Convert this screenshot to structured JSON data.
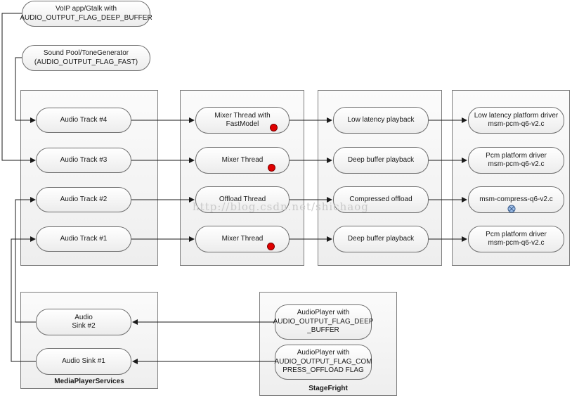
{
  "sources": [
    {
      "label": "VoIP app/Gtalk with\nAUDIO_OUTPUT_FLAG_DEEP_BUFFER"
    },
    {
      "label": "Sound Pool/ToneGenerator\n(AUDIO_OUTPUT_FLAG_FAST)"
    }
  ],
  "tracks": [
    {
      "label": "Audio Track #4"
    },
    {
      "label": "Audio Track #3"
    },
    {
      "label": "Audio Track #2"
    },
    {
      "label": "Audio Track #1"
    }
  ],
  "mixers": [
    {
      "label": "Mixer Thread with\nFastModel"
    },
    {
      "label": "Mixer Thread"
    },
    {
      "label": "Offload Thread"
    },
    {
      "label": "Mixer Thread"
    }
  ],
  "playbacks": [
    {
      "label": "Low latency playback"
    },
    {
      "label": "Deep buffer playback"
    },
    {
      "label": "Compressed offload"
    },
    {
      "label": "Deep buffer playback"
    }
  ],
  "drivers": [
    {
      "label": "Low latency platform driver\nmsm-pcm-q6-v2.c"
    },
    {
      "label": "Pcm platform driver\nmsm-pcm-q6-v2.c"
    },
    {
      "label": "msm-compress-q6-v2.c"
    },
    {
      "label": "Pcm platform driver\nmsm-pcm-q6-v2.c"
    }
  ],
  "sinks": [
    {
      "label": "Audio\nSink #2"
    },
    {
      "label": "Audio Sink #1"
    }
  ],
  "players": [
    {
      "label": "AudioPlayer with\nAUDIO_OUTPUT_FLAG_DEEP\n_BUFFER"
    },
    {
      "label": "AudioPlayer with\nAUDIO_OUTPUT_FLAG_COM\nPRESS_OFFLOAD FLAG"
    }
  ],
  "panels": {
    "media_player_services": "MediaPlayerServices",
    "stagefright": "StageFright"
  },
  "watermark": "http://blog.csdn.net/shichaog",
  "colors": {
    "active_dot": "#e00000",
    "unused_dot": "#9fbfe8"
  }
}
